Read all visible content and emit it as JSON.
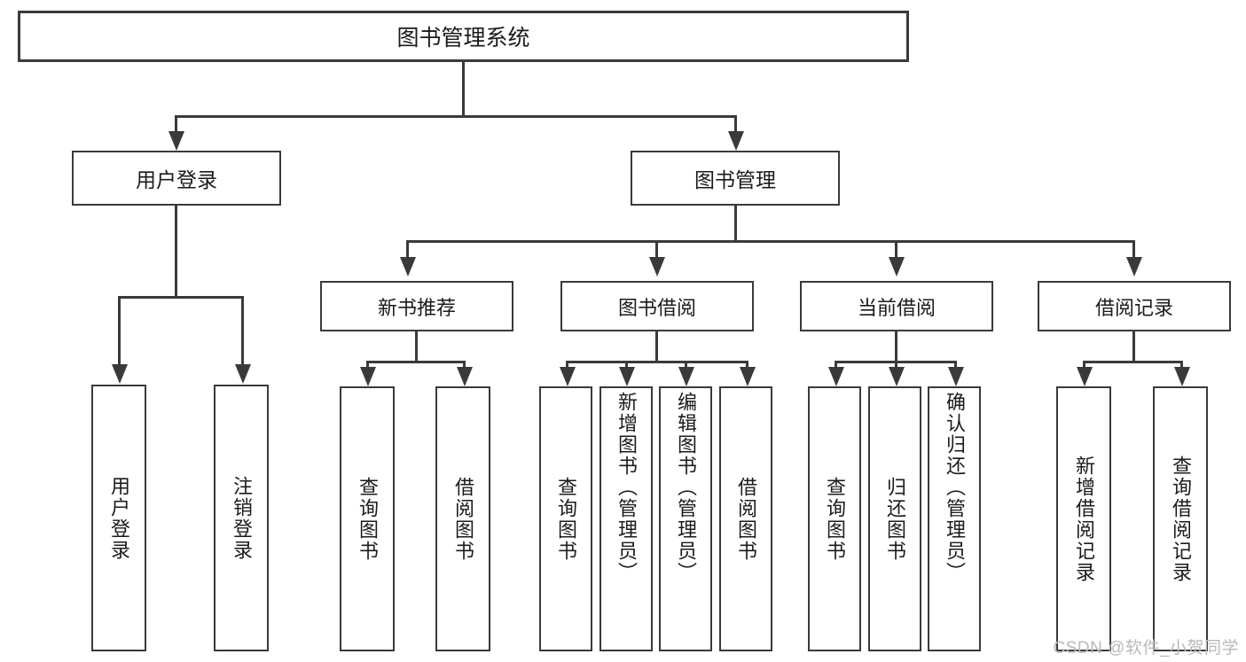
{
  "diagram": {
    "type": "tree-hierarchy",
    "title": "图书管理系统",
    "watermark": "CSDN @软件_小贺同学",
    "root": {
      "label": "图书管理系统"
    },
    "level1": [
      {
        "label": "用户登录"
      },
      {
        "label": "图书管理"
      }
    ],
    "level2": [
      {
        "label": "新书推荐"
      },
      {
        "label": "图书借阅"
      },
      {
        "label": "当前借阅"
      },
      {
        "label": "借阅记录"
      }
    ],
    "leaves": {
      "user_login": [
        {
          "label": "用户登录"
        },
        {
          "label": "注销登录"
        }
      ],
      "new_book_recommend": [
        {
          "label": "查询图书"
        },
        {
          "label": "借阅图书"
        }
      ],
      "book_borrow": [
        {
          "label": "查询图书"
        },
        {
          "label": "新增图书（管理员）"
        },
        {
          "label": "编辑图书（管理员）"
        },
        {
          "label": "借阅图书"
        }
      ],
      "current_borrow": [
        {
          "label": "查询图书"
        },
        {
          "label": "归还图书"
        },
        {
          "label": "确认归还（管理员）"
        }
      ],
      "borrow_record": [
        {
          "label": "新增借阅记录"
        },
        {
          "label": "查询借阅记录"
        }
      ]
    },
    "colors": {
      "stroke": "#3a3a3a",
      "background": "#ffffff",
      "text": "#1b1b1b",
      "watermark": "#b9b9b9"
    }
  }
}
